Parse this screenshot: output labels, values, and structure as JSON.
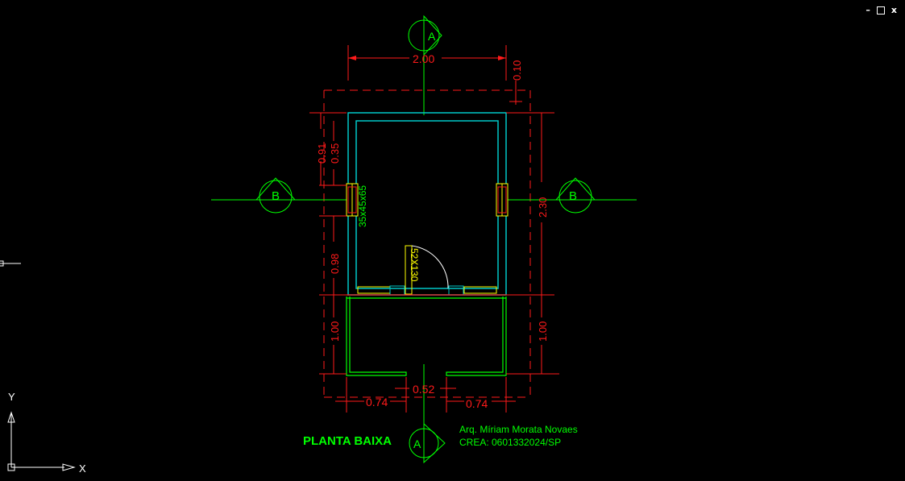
{
  "window_controls": {
    "minimize": "–",
    "restore": "▫",
    "close": "x"
  },
  "dims": {
    "top_width": "2.00",
    "top_offset": "0.10",
    "left_top": "0.91",
    "left_second": "0.35",
    "left_mid": "0.98",
    "left_bottom": "1.00",
    "right_total": "2.30",
    "right_bottom": "1.00",
    "bottom_left": "0.74",
    "bottom_center": "0.52",
    "bottom_right": "0.74"
  },
  "notes": {
    "window_tag": "35x45x65",
    "door_tag": "52X130"
  },
  "section_marks": {
    "a": "A",
    "b": "B"
  },
  "title": "PLANTA BAIXA",
  "author": {
    "name": "Arq. Míriam Morata Novaes",
    "crea": "CREA: 0601332024/SP"
  },
  "ucs": {
    "x": "X",
    "y": "Y"
  },
  "colors": {
    "dimension": "#ff1a1a",
    "wall": "#00c8c8",
    "green": "#00ff00",
    "yellow": "#ffff00",
    "background": "#000000"
  }
}
